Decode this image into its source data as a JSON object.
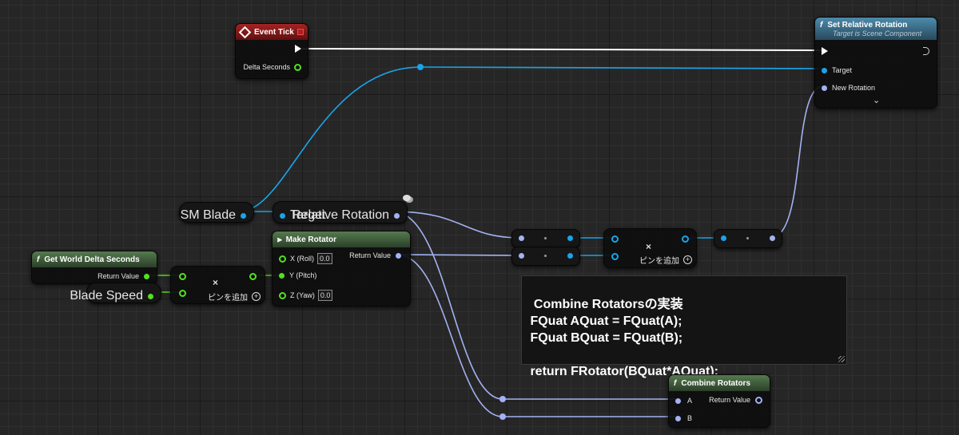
{
  "event_tick": {
    "title": "Event Tick",
    "delta_seconds": "Delta Seconds"
  },
  "set_relative_rotation": {
    "func_icon": "f",
    "title": "Set Relative Rotation",
    "subtitle": "Target is Scene Component",
    "target": "Target",
    "new_rotation": "New Rotation",
    "expand": "⌄"
  },
  "sm_blade": {
    "label": "SM Blade"
  },
  "get_relative_rotation": {
    "target": "Target",
    "output": "Relative Rotation"
  },
  "get_world_delta_seconds": {
    "func_icon": "f",
    "title": "Get World Delta Seconds",
    "output": "Return Value"
  },
  "blade_speed": {
    "label": "Blade Speed"
  },
  "multiply_node": {
    "x_symbol": "×",
    "add_pin": "ピンを追加",
    "add_icon": "+"
  },
  "make_rotator": {
    "title": "Make Rotator",
    "x_label": "X (Roll)",
    "x_value": "0.0",
    "y_label": "Y (Pitch)",
    "z_label": "Z (Yaw)",
    "z_value": "0.0",
    "output": "Return Value"
  },
  "multiply_node_2": {
    "x_symbol": "×",
    "add_pin": "ピンを追加",
    "add_icon": "+"
  },
  "comment": {
    "text": "Combine Rotatorsの実装\n FQuat AQuat = FQuat(A);\n FQuat BQuat = FQuat(B);\n\n return FRotator(BQuat*AQuat);"
  },
  "combine_rotators": {
    "func_icon": "f",
    "title": "Combine Rotators",
    "a": "A",
    "b": "B",
    "output": "Return Value"
  },
  "colors": {
    "exec": "#ffffff",
    "object_pin": "#19a4e8",
    "rotator_pin": "#a3b2f1",
    "float_pin": "#54e021",
    "event_header": "#8c1b1b",
    "function_header": "#3f6d86",
    "pure_header": "#3f5a3a"
  }
}
